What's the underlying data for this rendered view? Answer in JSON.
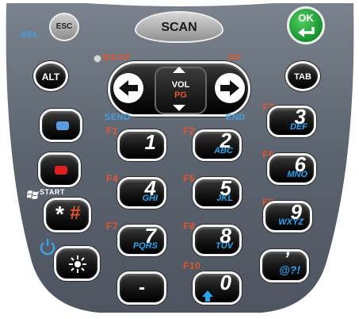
{
  "keys": {
    "esc": "ESC",
    "scan": "SCAN",
    "ok": "OK",
    "alt": "ALT",
    "tab": "TAB",
    "vol": "VOL",
    "pg": "PG",
    "star": "*",
    "hash": "#",
    "dash": "-",
    "at": "@?!",
    "apostrophe": "’"
  },
  "labels": {
    "del": "DEL",
    "bksp": "BKSP",
    "sp": "SP",
    "send": "SEND",
    "end": "END",
    "start": "START"
  },
  "num_keys": [
    {
      "num": "1",
      "sub": ""
    },
    {
      "num": "2",
      "sub": "ABC"
    },
    {
      "num": "3",
      "sub": "DEF"
    },
    {
      "num": "4",
      "sub": "GHI"
    },
    {
      "num": "5",
      "sub": "JKL"
    },
    {
      "num": "6",
      "sub": "MNO"
    },
    {
      "num": "7",
      "sub": "PQRS"
    },
    {
      "num": "8",
      "sub": "TUV"
    },
    {
      "num": "9",
      "sub": "WXYZ"
    },
    {
      "num": "0",
      "sub": ""
    }
  ],
  "fn_labels": [
    "F1",
    "F2",
    "F3",
    "F4",
    "F5",
    "F6",
    "F7",
    "F8",
    "F9",
    "F10"
  ],
  "colors": {
    "body": "#5c6470",
    "key": "#111111",
    "scan_key": "#a8a8a8",
    "ok_key": "#21a03c",
    "blue_label": "#2aa4ee",
    "orange_label": "#e2552e"
  },
  "icons": [
    "arrow-left-icon",
    "arrow-right-icon",
    "arrow-up-icon",
    "arrow-down-icon",
    "enter-icon",
    "windows-icon",
    "power-icon",
    "backlight-icon",
    "shift-up-icon",
    "led-indicator"
  ]
}
